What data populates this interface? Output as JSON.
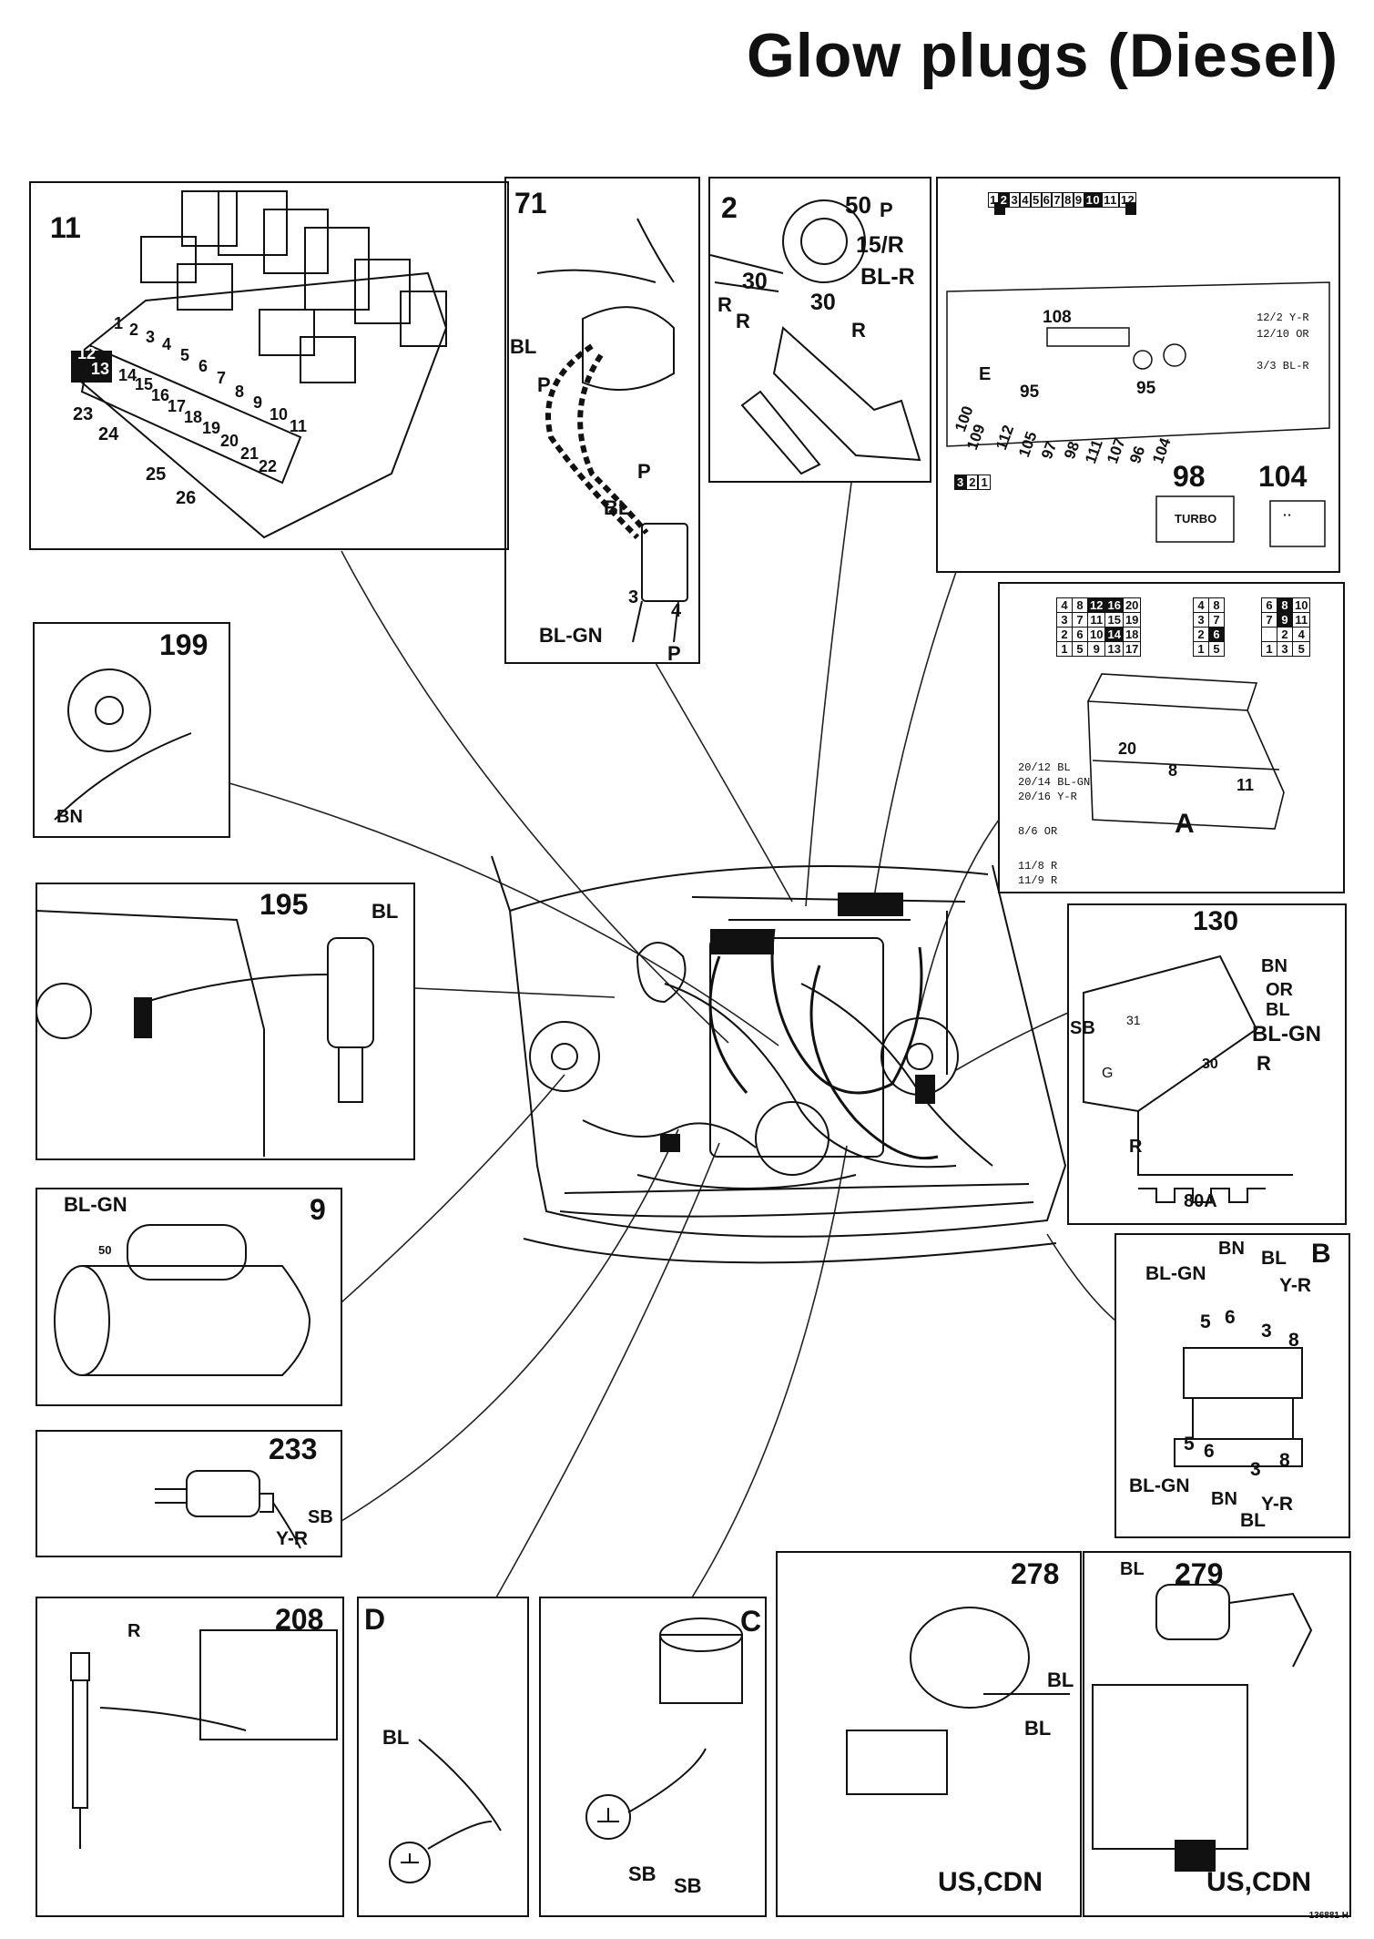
{
  "title": "Glow plugs (Diesel)",
  "doc_number": "136881 H",
  "panels": {
    "p11": {
      "number": "11",
      "labels": [
        "1",
        "2",
        "3",
        "4",
        "5",
        "6",
        "7",
        "8",
        "9",
        "10",
        "11",
        "12",
        "13",
        "14",
        "15",
        "16",
        "17",
        "18",
        "19",
        "20",
        "21",
        "22",
        "23",
        "24",
        "25",
        "26"
      ]
    },
    "p71": {
      "number": "71",
      "bl": "BL",
      "p1": "P",
      "p2": "P",
      "bl2": "BL",
      "three": "3",
      "four": "4",
      "blgn": "BL-GN",
      "p3": "P"
    },
    "p2": {
      "number": "2",
      "t50": "50",
      "t50p": "P",
      "t15r": "15/R",
      "blr": "BL-R",
      "t30a": "30",
      "t30b": "30",
      "r1": "R",
      "r2": "R",
      "r3": "R"
    },
    "cluster": {
      "strip_top": [
        "1",
        "2",
        "3",
        "4",
        "5",
        "6",
        "7",
        "8",
        "9",
        "10",
        "11",
        "12"
      ],
      "strip_bottom": [
        "3",
        "2",
        "1"
      ],
      "n108": "108",
      "e": "E",
      "n95a": "95",
      "n95b": "95",
      "pins": [
        "100",
        "109",
        "112",
        "105",
        "97",
        "98",
        "111",
        "107",
        "96",
        "104"
      ],
      "legend": [
        "12/2 Y-R",
        "12/10 OR",
        "3/3 BL-R"
      ],
      "n98": "98",
      "n104": "104",
      "turbo": "TURBO"
    },
    "pA": {
      "grid1": [
        [
          "4",
          "8",
          "12",
          "16",
          "20"
        ],
        [
          "3",
          "7",
          "11",
          "15",
          "19"
        ],
        [
          "2",
          "6",
          "10",
          "14",
          "18"
        ],
        [
          "1",
          "5",
          "9",
          "13",
          "17"
        ]
      ],
      "grid2": [
        [
          "4",
          "8"
        ],
        [
          "3",
          "7"
        ],
        [
          "2",
          "6"
        ],
        [
          "1",
          "5"
        ]
      ],
      "grid3": [
        [
          "6",
          "8",
          "10"
        ],
        [
          "7",
          "9",
          "11"
        ],
        [
          "",
          "2",
          "4"
        ],
        [
          "1",
          "3",
          "5"
        ]
      ],
      "n20": "20",
      "n8": "8",
      "n11": "11",
      "letter": "A",
      "legend": [
        "20/12 BL",
        "20/14 BL-GN",
        "20/16 Y-R",
        "8/6 OR",
        "11/8 R",
        "11/9 R"
      ]
    },
    "p199": {
      "number": "199",
      "bn": "BN"
    },
    "p195": {
      "number": "195",
      "bl": "BL"
    },
    "p130": {
      "number": "130",
      "bn": "BN",
      "or": "OR",
      "bl": "BL",
      "blgn": "BL-GN",
      "r1": "R",
      "sb": "SB",
      "t31": "31",
      "t30": "30",
      "g": "G",
      "r2": "R",
      "n80a": "80A"
    },
    "p9": {
      "number": "9",
      "blgn": "BL-GN",
      "t50": "50"
    },
    "pB": {
      "letter": "B",
      "bn1": "BN",
      "bl1": "BL",
      "blgn1": "BL-GN",
      "yr1": "Y-R",
      "five1": "5",
      "six1": "6",
      "three1": "3",
      "eight1": "8",
      "five2": "5",
      "six2": "6",
      "three2": "3",
      "eight2": "8",
      "blgn2": "BL-GN",
      "bn2": "BN",
      "yr2": "Y-R",
      "bl2": "BL"
    },
    "p233": {
      "number": "233",
      "sb": "SB",
      "yr": "Y-R"
    },
    "p208": {
      "number": "208",
      "r": "R"
    },
    "pD": {
      "letter": "D",
      "bl": "BL"
    },
    "pC": {
      "letter": "C",
      "sb1": "SB",
      "sb2": "SB"
    },
    "p278": {
      "number": "278",
      "bl1": "BL",
      "bl2": "BL",
      "region": "US,CDN"
    },
    "p279": {
      "number": "279",
      "bl": "BL",
      "region": "US,CDN"
    }
  }
}
